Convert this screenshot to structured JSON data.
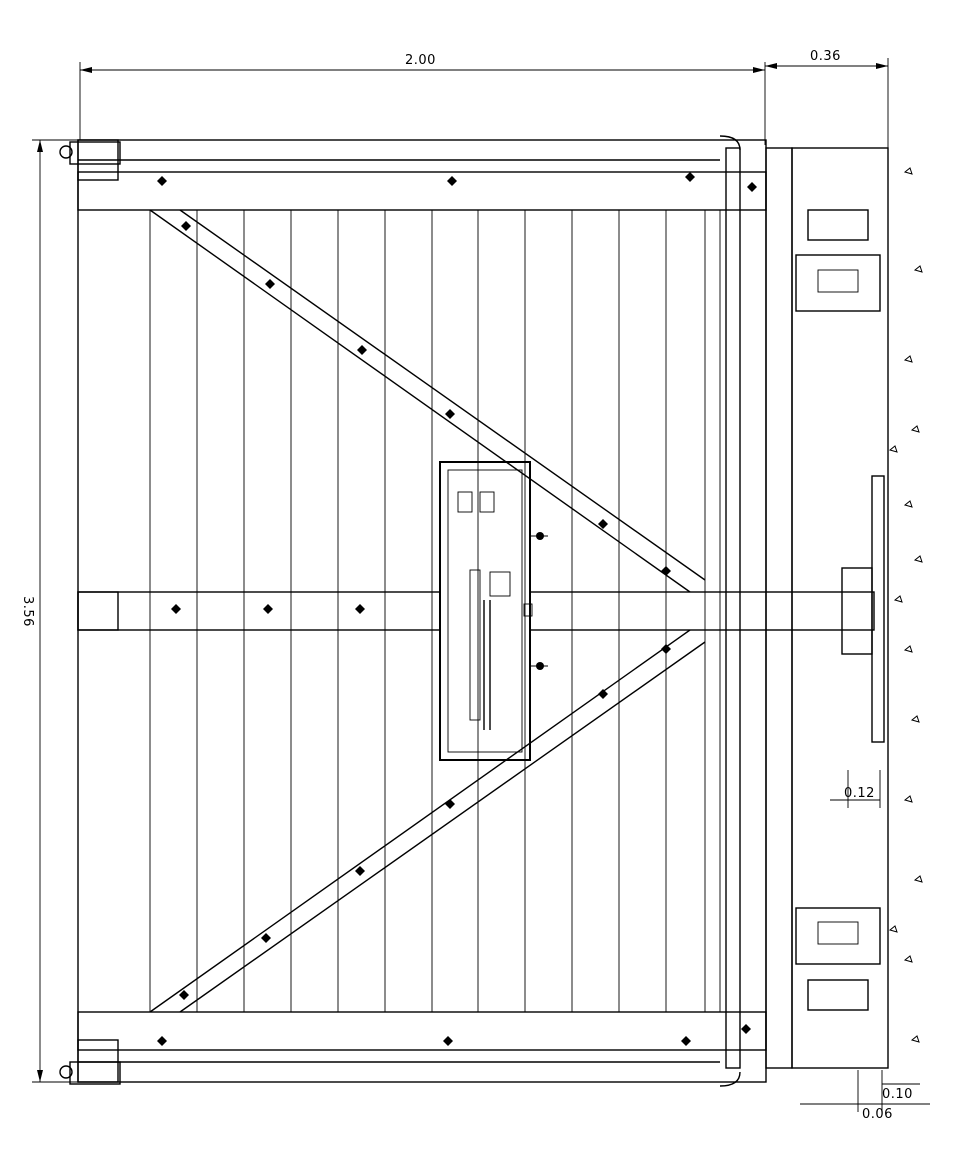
{
  "dimensions": {
    "width_total": "2.00",
    "offset_top": "0.36",
    "height_total": "3.56",
    "gap_bottom": "0.12",
    "foot_a": "0.10",
    "foot_b": "0.06"
  }
}
